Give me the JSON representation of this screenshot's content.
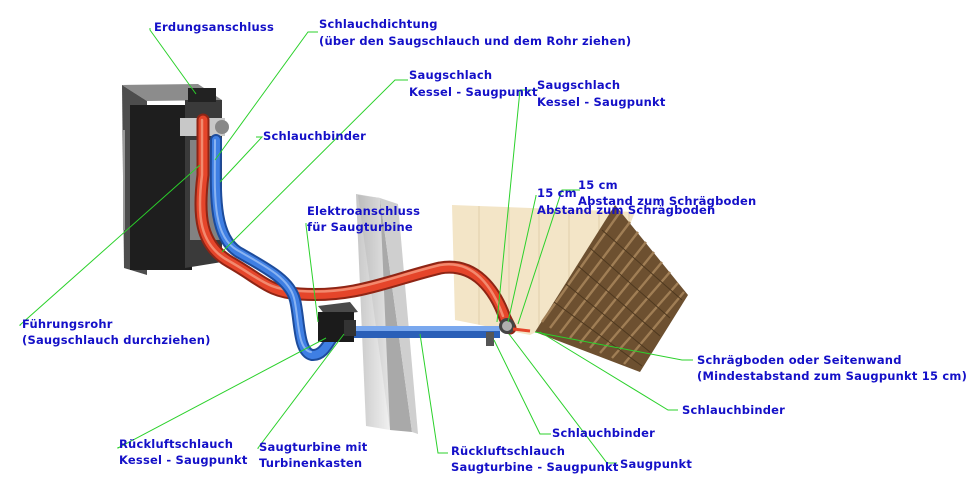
{
  "colors": {
    "label": "#1410c8",
    "leader": "#2bd12b",
    "suction_hose": "#e5452a",
    "return_hose": "#3f7fe3",
    "floor_wood": "#7a5c3a",
    "wall": "#f3e5c7",
    "partition": "#d9d9d9",
    "boiler": "#2a2a2a"
  },
  "labels": {
    "erdung": "Erdungsanschluss",
    "dichtung_1": "Schlauchdichtung",
    "dichtung_2": "(über den Saugschlauch und dem Rohr ziehen)",
    "saug_a_1": "Saugschlach",
    "saug_a_2": "Kessel - Saugpunkt",
    "saug_b_1": "Saugschlach",
    "saug_b_2": "Kessel - Saugpunkt",
    "binder_top": "Schlauchbinder",
    "elektro_1": "Elektroanschluss",
    "elektro_2": "für Saugturbine",
    "cm15_a": "15 cm",
    "abstand_a": "Abstand zum Schrägboden",
    "cm15_b": "15 cm",
    "abstand_b": "Abstand zum Schrägboden",
    "fuehrung_1": "Führungsrohr",
    "fuehrung_2": "(Saugschlauch durchziehen)",
    "schraeg_1": "Schrägboden oder Seitenwand",
    "schraeg_2": "(Mindestabstand zum Saugpunkt 15 cm)",
    "binder_right": "Schlauchbinder",
    "binder_bottom": "Schlauchbinder",
    "rueck_a_1": "Rückluftschlauch",
    "rueck_a_2": "Kessel - Saugpunkt",
    "turbine_1": "Saugturbine mit",
    "turbine_2": "Turbinenkasten",
    "rueck_b_1": "Rückluftschlauch",
    "rueck_b_2": "Saugturbine - Saugpunkt",
    "saugpunkt": "Saugpunkt"
  }
}
